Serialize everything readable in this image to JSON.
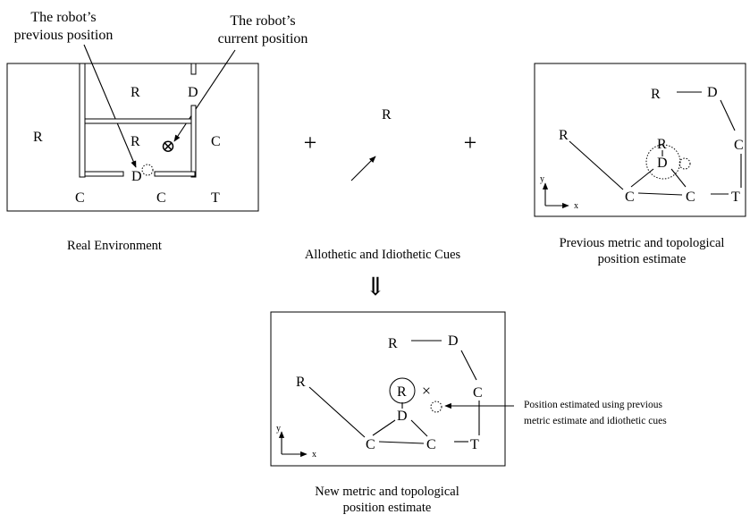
{
  "labels": {
    "prev_pos": [
      "The robot’s",
      "previous position"
    ],
    "curr_pos": [
      "The robot’s",
      "current position"
    ],
    "real_env": "Real Environment",
    "cues": "Allothetic and Idiothetic  Cues",
    "prev_estimate": [
      "Previous metric and topological",
      "position estimate"
    ],
    "new_estimate": [
      "New metric and topological",
      "position estimate"
    ],
    "pos_estimated": [
      "Position estimated using previous",
      "metric estimate and idiothetic cues"
    ]
  },
  "symbols": {
    "plus": "+",
    "down_arrow": "⇓",
    "cross": "×",
    "circled_x": "⊗"
  },
  "axes": {
    "x": "x",
    "y": "y"
  },
  "env_nodes": {
    "R_left": "R",
    "R_top": "R",
    "D_top": "D",
    "R_mid": "R",
    "C_right": "C",
    "D_low": "D",
    "C_bl": "C",
    "C_bm": "C",
    "T": "T"
  },
  "cue_node": "R",
  "prev_nodes": {
    "R_top": "R",
    "D_top": "D",
    "R_left": "R",
    "R_mid": "R",
    "C_right": "C",
    "D_mid": "D",
    "C_bl": "C",
    "C_bm": "C",
    "T": "T"
  },
  "new_nodes": {
    "R_top": "R",
    "D_top": "D",
    "R_left": "R",
    "R_circ": "R",
    "C_right": "C",
    "D_mid": "D",
    "C_bl": "C",
    "C_bm": "C",
    "T": "T"
  }
}
